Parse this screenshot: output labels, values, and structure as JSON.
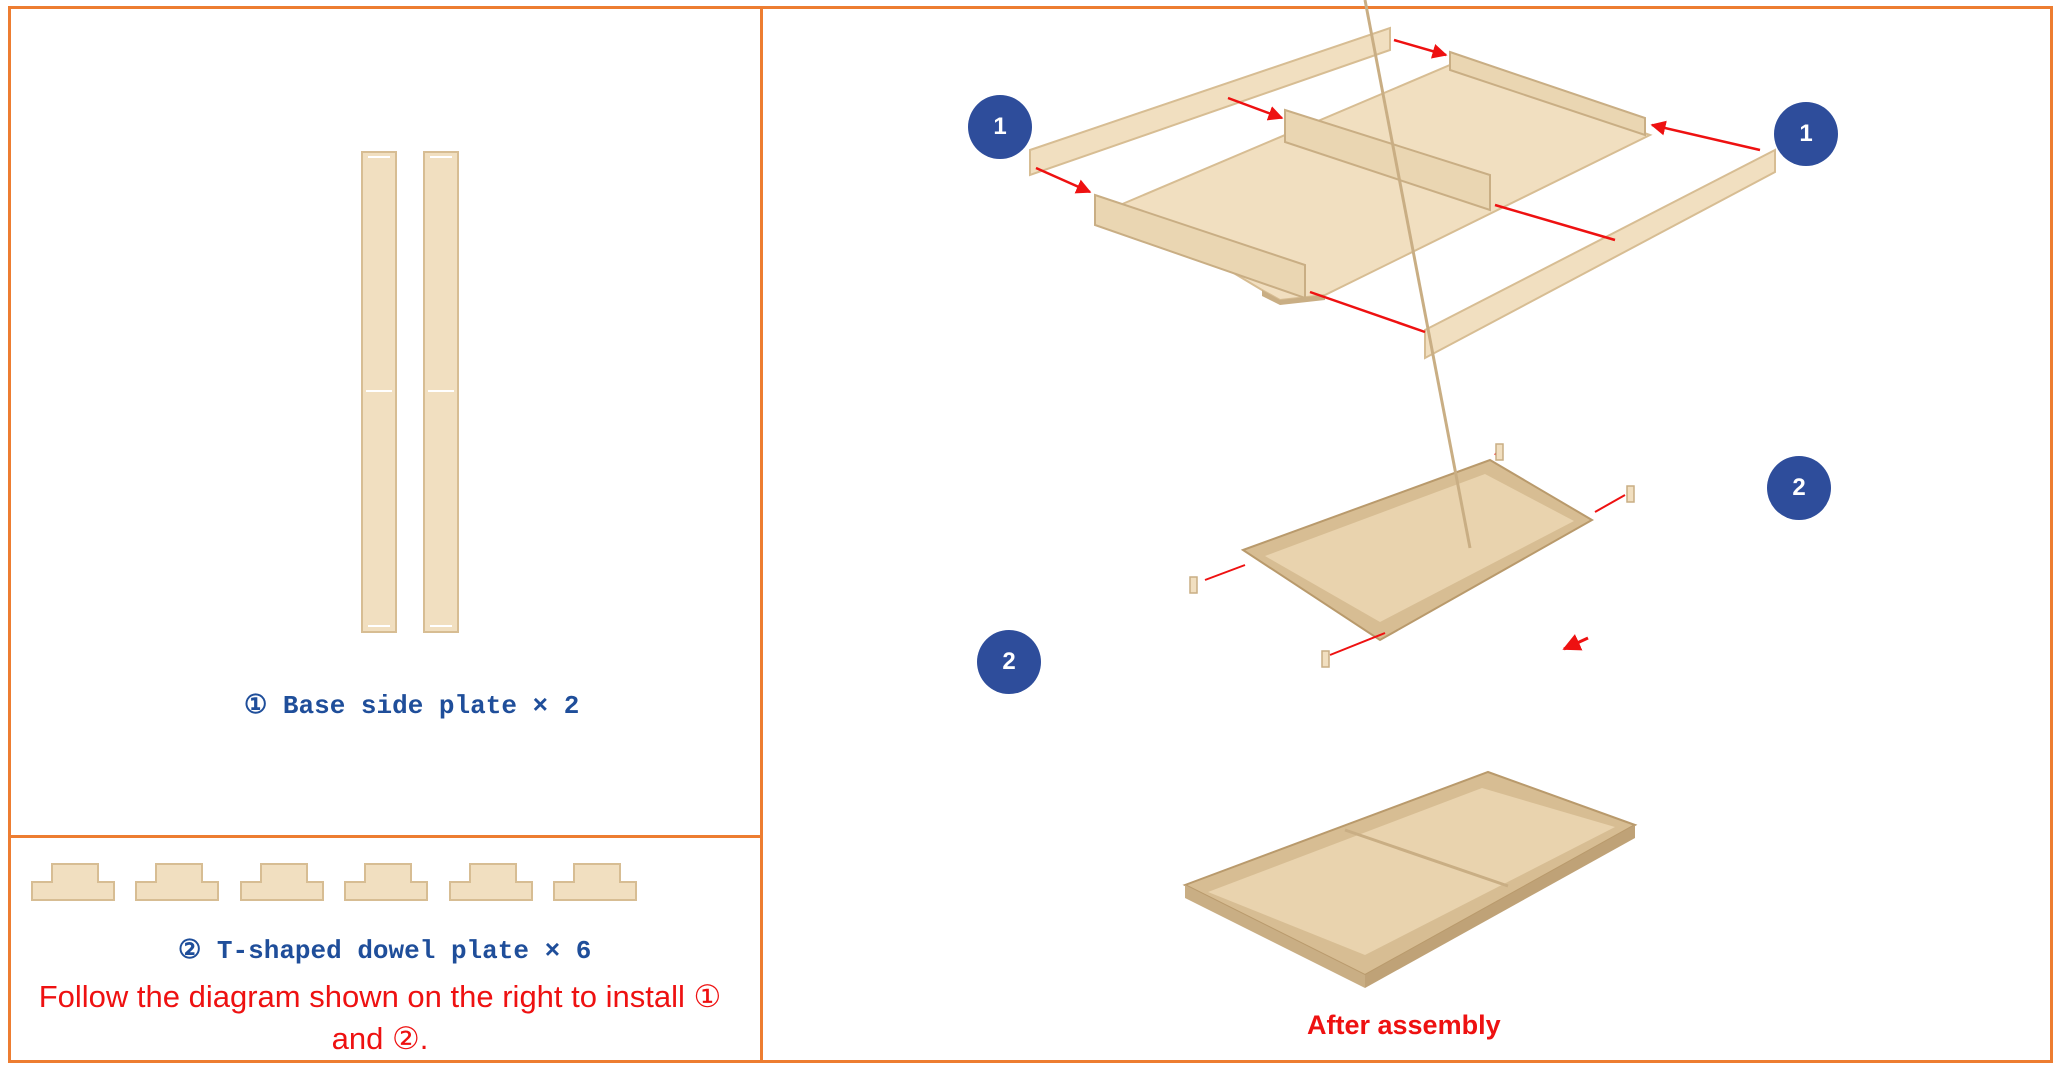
{
  "colors": {
    "border": "#ED7D31",
    "label_blue": "#1F4E9A",
    "accent_red": "#EE1111",
    "badge": "#2E4D9B",
    "wood": "#F1DFC0",
    "wood_dark": "#D7BD93"
  },
  "parts": {
    "base_side_plate_label": "① Base side plate × 2",
    "dowel_plate_label": "② T-shaped dowel plate × 6"
  },
  "instruction": {
    "line1": "Follow the diagram shown on the right to install ①",
    "line2": "and ②."
  },
  "badges": {
    "step1_left": "1",
    "step1_right": "1",
    "step2_top": "2",
    "step2_bottom": "2"
  },
  "after_assembly": "After assembly"
}
